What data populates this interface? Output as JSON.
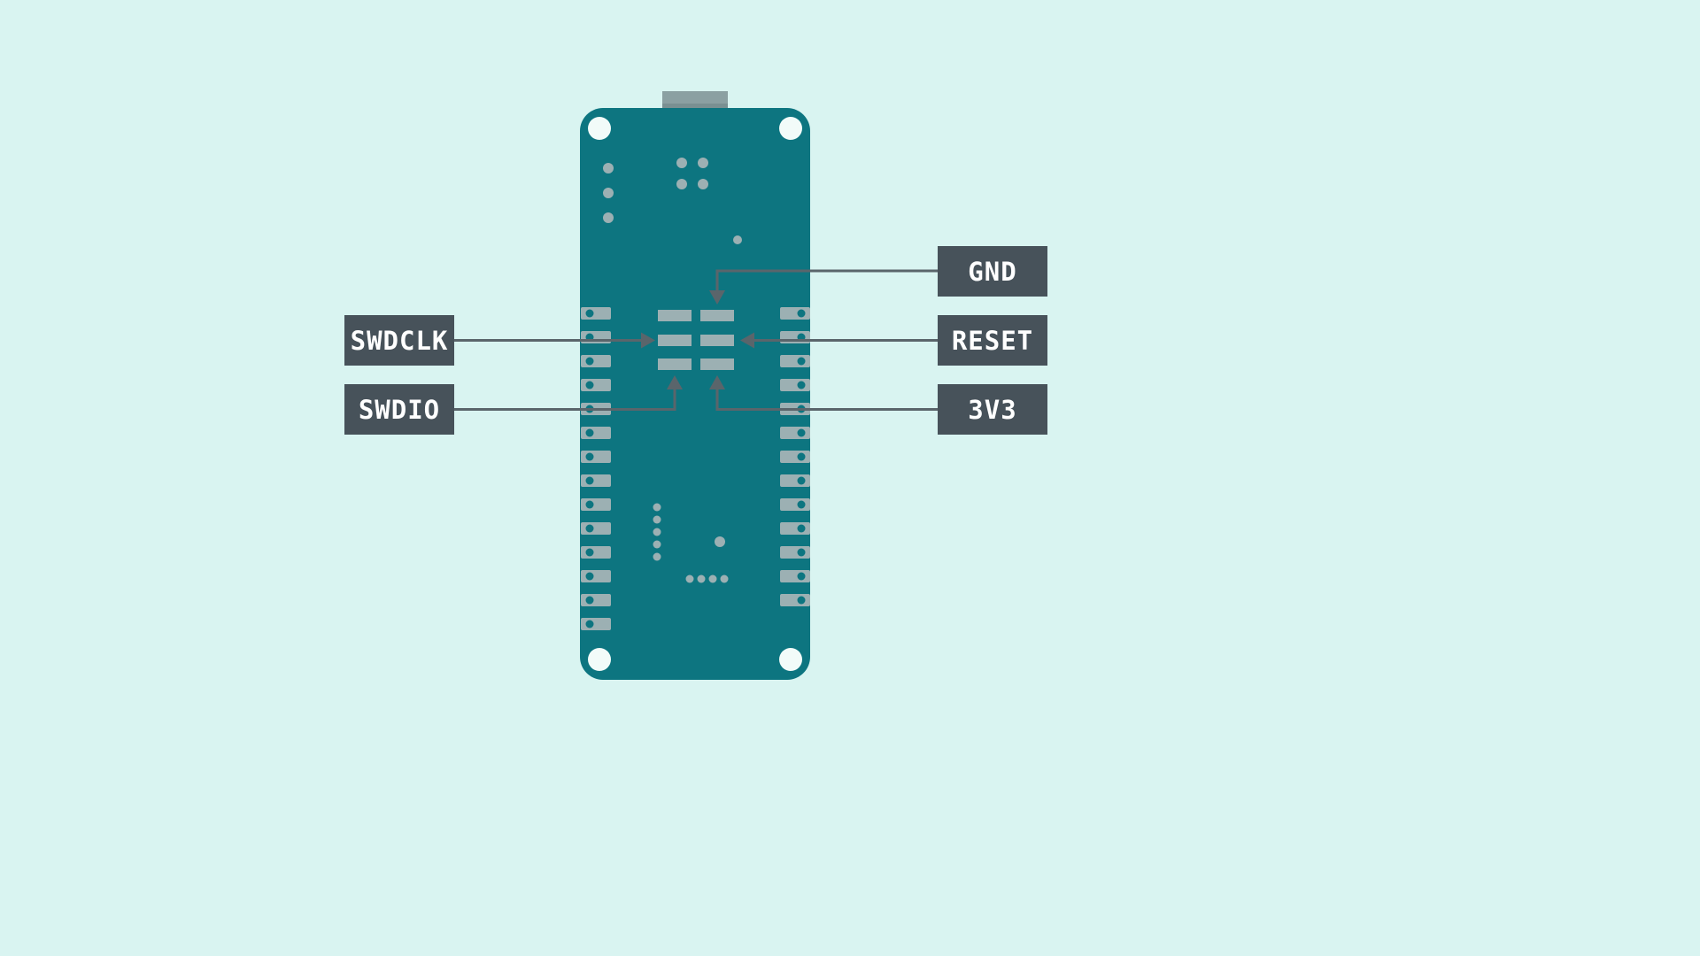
{
  "diagram": {
    "description": "Microcontroller board rear view with SWD programming pad callouts",
    "labels": {
      "swdclk": "SWDCLK",
      "swdio": "SWDIO",
      "gnd": "GND",
      "reset": "RESET",
      "v3v3": "3V3"
    },
    "colors": {
      "background": "#d9f4f1",
      "board": "#0d7580",
      "pad": "#9cb0b3",
      "label_background": "#47525a",
      "label_text": "#ffffff",
      "arrow": "#5a656b",
      "usb_connector": "#8ba0a2",
      "mounting_hole": "#f2fbf9"
    }
  }
}
